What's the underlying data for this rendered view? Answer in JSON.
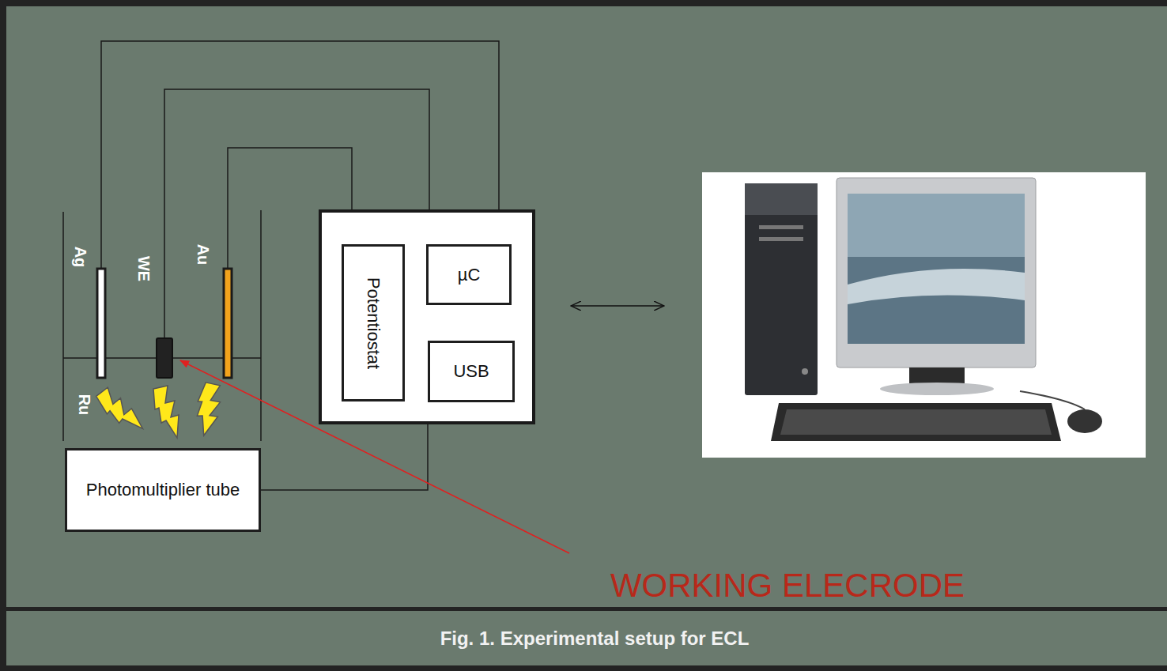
{
  "diagram": {
    "caption": "Fig. 1. Experimental setup for ECL",
    "nodes": [
      {
        "text": [
          "Potentiostat"
        ]
      },
      {
        "text": [
          "µC"
        ]
      },
      {
        "text": [
          "USB"
        ]
      },
      {
        "text": [
          "Photomultiplier tube"
        ]
      }
    ],
    "labels": [
      "Ag",
      "WE",
      "Au",
      "Ru",
      "WORKING ELECRODE"
    ]
  }
}
